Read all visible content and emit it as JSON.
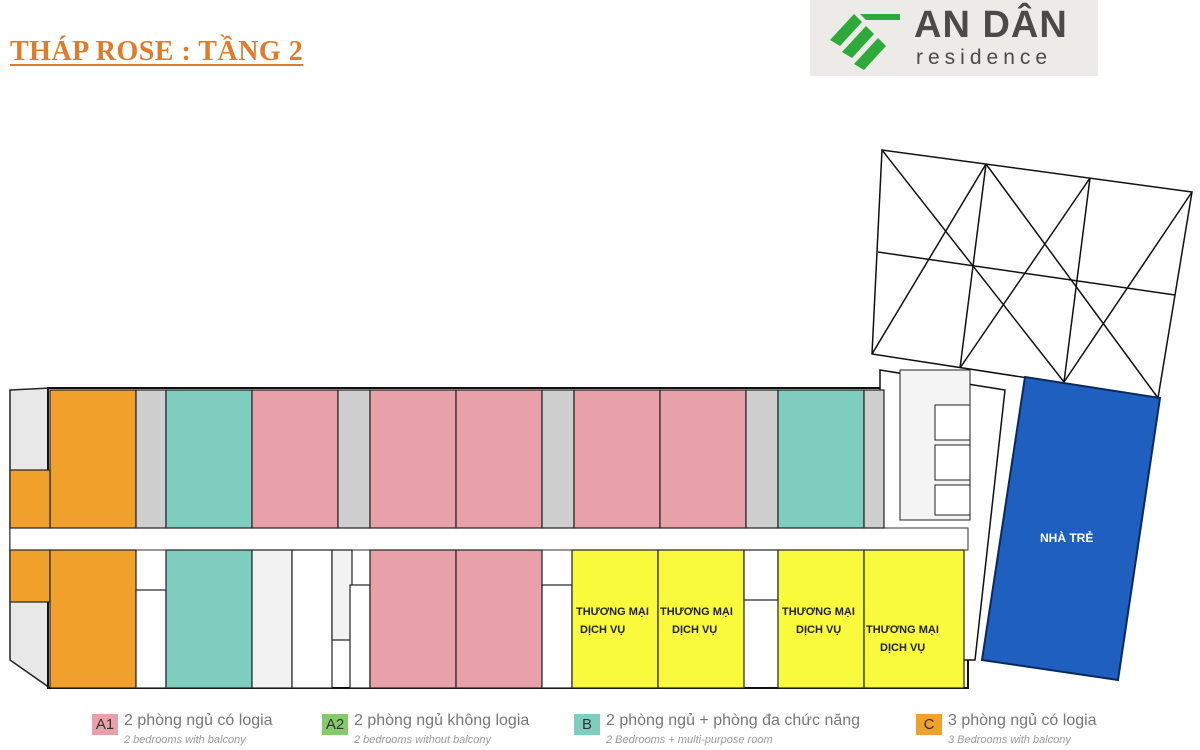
{
  "title": "THÁP ROSE :  TẦNG 2",
  "logo": {
    "brand": "AN DÂN",
    "sub": "residence"
  },
  "plan": {
    "colors": {
      "A1": "#e8a1a8",
      "A2": "#84c96b",
      "B": "#7fcdbf",
      "C": "#f0a12c",
      "commercial": "#fafa3c",
      "nursery": "#1e5fc0",
      "corridor": "#ffffff"
    },
    "commercial_label": [
      "THƯƠNG MẠI",
      "DỊCH VỤ"
    ],
    "nursery_label": "NHÀ TRẺ"
  },
  "legend": [
    {
      "code": "A1",
      "vi": "2 phòng ngủ có logia",
      "en": "2 bedrooms with balcony",
      "color": "#e8a1a8"
    },
    {
      "code": "A2",
      "vi": "2 phòng ngủ không logia",
      "en": "2 bedrooms without balcony",
      "color": "#84c96b"
    },
    {
      "code": "B",
      "vi": "2 phòng ngủ + phòng đa chức năng",
      "en": "2 Bedrooms + multi-purpose room",
      "color": "#7fcdbf"
    },
    {
      "code": "C",
      "vi": "3 phòng ngủ có logia",
      "en": "3 Bedrooms with balcony",
      "color": "#f0a12c"
    }
  ]
}
